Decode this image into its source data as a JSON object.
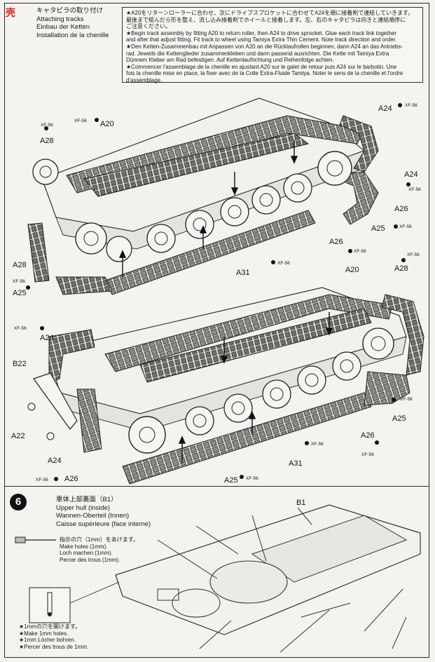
{
  "brand": {
    "mark": "壳",
    "subtitle": ""
  },
  "step5": {
    "title_lines": [
      "キャタピラの取り付け",
      "Attaching tracks",
      "Einbau der Ketten",
      "Installation de la chenille"
    ],
    "notes": [
      "★A20をリターンローラーに合わせ、次にドライブスプロケットに合わせてA24を順に接着剤で連結していきます。",
      "最後まで組んだら形を整え、流し込み接着剤でホイールと接着します。左、右のキャタピラは向きと連結順序に",
      "ご注意ください。",
      "★Begin track assembly by fitting A20 to return roller, then A24 to drive sprocket. Glue each track link together",
      "and after that adjust fitting. Fit track to wheel using Tamiya Extra Thin Cement. Note track direction and order.",
      "★Den Ketten-Zusammenbau mit Anpassen von A20 an die Rücklaufrollen beginnen, dann A24 an das Antriebs-",
      "rad. Jeweils die Kettenglieder zusammenkleben und dann passend ausrichten. Die Kette mit Tamiya Extra",
      "Dünnem Kleber am Rad befestigen. Auf Kettenlaufrichtung und Reihenfolge achten.",
      "★Commencer l'assemblage de la chenille en ajustant A20 sur le galet de retour puis A24 sur le barbotin. Une",
      "fois la chenille mise en place, la fixer avec de la Colle Extra-Fluide Tamiya. Noter le sens de la chenille et l'ordre",
      "d'assemblage."
    ],
    "labels": {
      "a20": "A20",
      "a24": "A24",
      "a25": "A25",
      "a26": "A26",
      "a28": "A28",
      "a31": "A31",
      "a22": "A22",
      "b22": "B22",
      "xf56": "XF-56"
    }
  },
  "step6": {
    "number": "6",
    "title_lines": [
      "車体上部裏面（B1）",
      "Upper hull (inside)",
      "Wannen-Oberteil (Innen)",
      "Caisse supérieure (face interne)"
    ],
    "part_label": "B1",
    "drill_lines": [
      "指示の穴（1mm）をあけます。",
      "Make holes (1mm).",
      "Loch machen (1mm).",
      "Percer des trous (1mm)."
    ],
    "bottom_lines": [
      "★1mmの穴を開けます。",
      "★Make 1mm holes.",
      "★1mm Löcher bohren.",
      "★Percer des trous de 1mm."
    ]
  },
  "colors": {
    "ink": "#1a1a1a",
    "paper": "#f4f3ef",
    "brand": "#d62a1c"
  }
}
